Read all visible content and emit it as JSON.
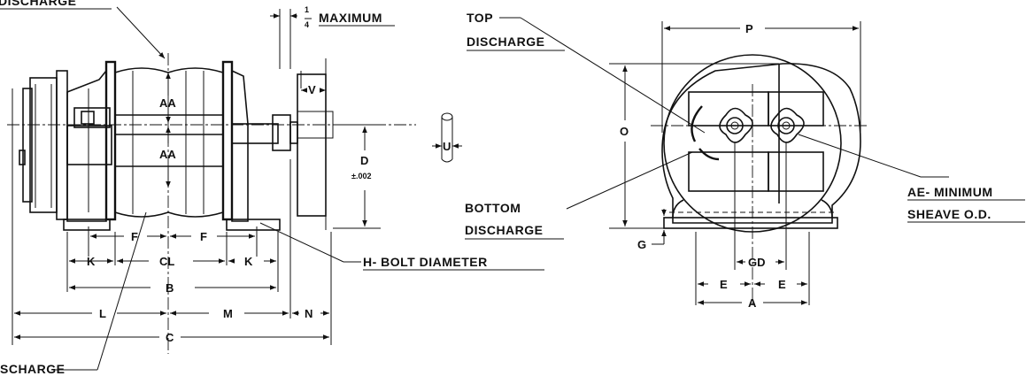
{
  "labels": {
    "discharge_top_left": "DISCHARGE",
    "quarter_num": "1",
    "quarter_den": "4",
    "maximum": "MAXIMUM",
    "top_discharge_1": "TOP",
    "top_discharge_2": "DISCHARGE",
    "bottom_discharge_1": "BOTTOM",
    "bottom_discharge_2": "DISCHARGE",
    "ae_1": "AE- MINIMUM",
    "ae_2": "SHEAVE O.D.",
    "h_bolt": "H- BOLT DIAMETER",
    "discharge_bottom_left": "SCHARGE"
  },
  "dimensions": {
    "aa_upper": "AA",
    "aa_lower": "AA",
    "v": "V",
    "u": "U",
    "d": "D",
    "d_tol": "±.002",
    "f_left": "F",
    "f_right": "F",
    "k_left": "K",
    "cl": "CL",
    "k_right": "K",
    "b": "B",
    "l": "L",
    "m": "M",
    "n": "N",
    "c": "C",
    "p": "P",
    "o": "O",
    "g": "G",
    "gd": "GD",
    "e_left": "E",
    "e_right": "E",
    "a": "A"
  }
}
